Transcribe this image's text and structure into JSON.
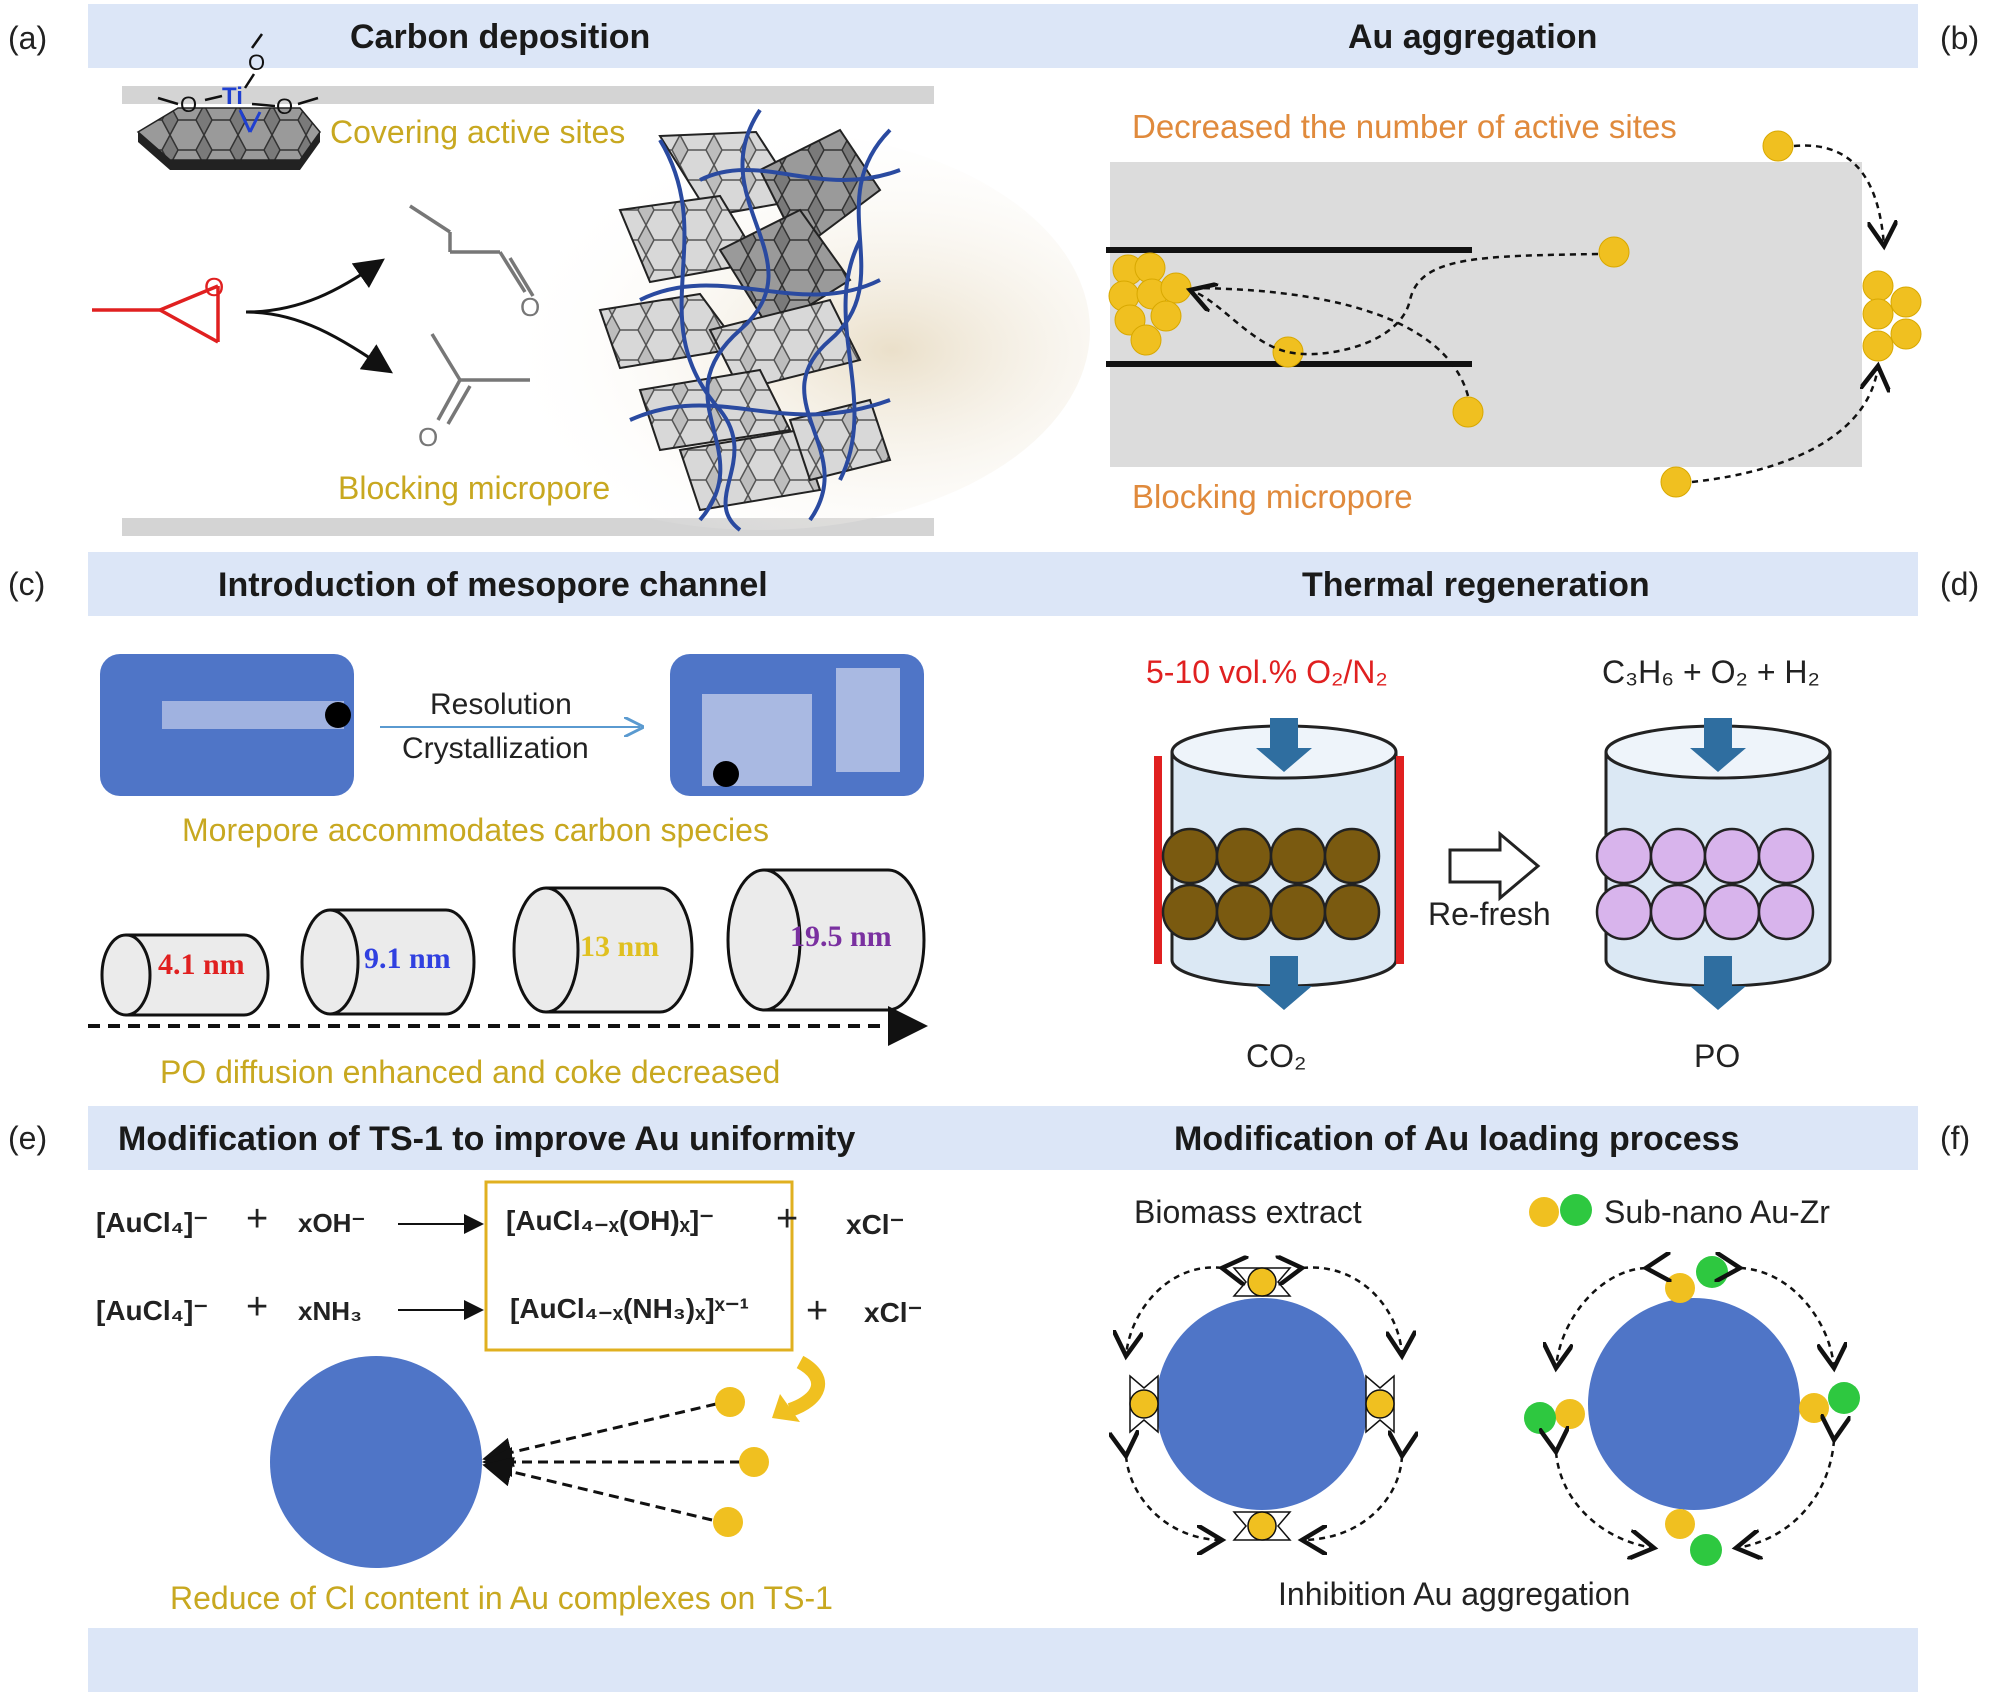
{
  "panels": {
    "a": {
      "label": "(a)",
      "title": "Carbon deposition",
      "covering_label": "Covering active sites",
      "blocking_label": "Blocking micropore",
      "ti_label": "Ti"
    },
    "b": {
      "label": "(b)",
      "title": "Au aggregation",
      "decreased_label": "Decreased the number of active sites",
      "blocking_label": "Blocking micropore"
    },
    "c": {
      "label": "(c)",
      "title": "Introduction of mesopore channel",
      "arrow_top": "Resolution",
      "arrow_bottom": "Crystallization",
      "morepore_label": "Morepore accommodates carbon species",
      "pore_sizes": [
        "4.1 nm",
        "9.1 nm",
        "13 nm",
        "19.5 nm"
      ],
      "diffusion_label": "PO diffusion enhanced and coke decreased"
    },
    "d": {
      "label": "(d)",
      "title": "Thermal regeneration",
      "feed_left": "5-10 vol.% O₂/N₂",
      "feed_right": "C₃H₆ + O₂ + H₂",
      "refresh_label": "Re-fresh",
      "out_left": "CO₂",
      "out_right": "PO"
    },
    "e": {
      "label": "(e)",
      "title": "Modification of TS-1 to improve Au uniformity",
      "eq1_reactant": "[AuCl₄]⁻",
      "eq1_reagent": "xOH⁻",
      "eq1_product": "[AuCl₄₋ₓ(OH)ₓ]⁻",
      "eq1_byproduct": "xCl⁻",
      "eq2_reactant": "[AuCl₄]⁻",
      "eq2_reagent": "xNH₃",
      "eq2_product": "[AuCl₄₋ₓ(NH₃)ₓ]ˣ⁻¹",
      "eq2_byproduct": "xCl⁻",
      "plus": "+",
      "bottom_label": "Reduce of Cl content in Au complexes on TS-1"
    },
    "f": {
      "label": "(f)",
      "title": "Modification of Au loading process",
      "biomass_label": "Biomass extract",
      "subnano_label": "Sub-nano Au-Zr",
      "bottom_label": "Inhibition Au aggregation"
    }
  },
  "colors": {
    "bar": "#dce6f7",
    "yellow_text": "#c8a820",
    "orange_text": "#e08a3c",
    "au": "#f0c020",
    "zr": "#2ec840",
    "support": "#4f75c7",
    "ti": "#1f3fd0"
  }
}
